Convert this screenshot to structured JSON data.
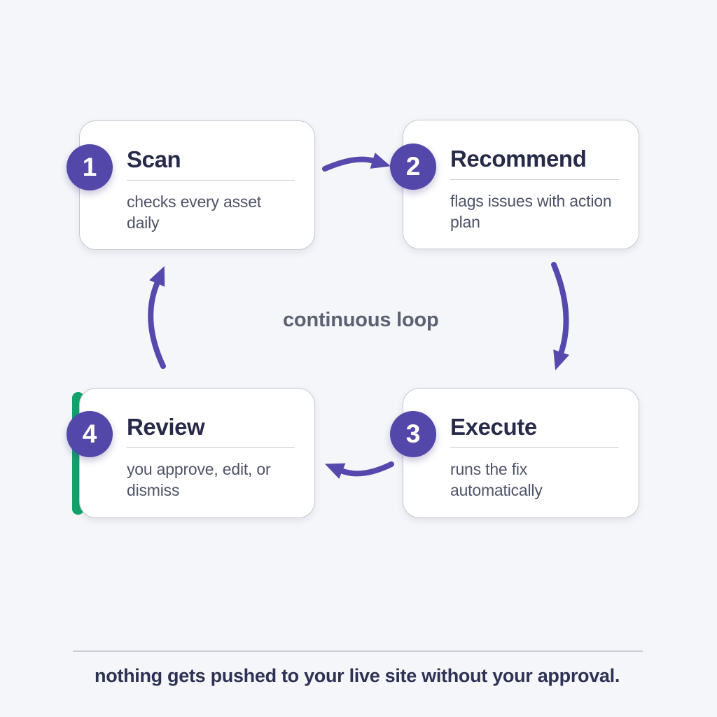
{
  "palette": {
    "background": "#f5f6fa",
    "accent_purple": "#5649ad",
    "badge_purple": "#5347a9",
    "accent_green": "#12a36c",
    "title_navy": "#272b49",
    "description_gray": "#4f5468",
    "loop_label_gray": "#5c6172",
    "footer_navy": "#2e3254",
    "card_border": "#c7cad4",
    "divider_gray": "#cbced6"
  },
  "loop": {
    "center_label": "continuous loop"
  },
  "steps": [
    {
      "number": "1",
      "title": "Scan",
      "description": "checks every asset daily"
    },
    {
      "number": "2",
      "title": "Recommend",
      "description": "flags issues with action plan"
    },
    {
      "number": "3",
      "title": "Execute",
      "description": "runs the fix automatically"
    },
    {
      "number": "4",
      "title": "Review",
      "description": "you approve, edit, or dismiss",
      "highlighted": true
    }
  ],
  "footer": {
    "note": "nothing gets pushed to your live site without your approval."
  }
}
